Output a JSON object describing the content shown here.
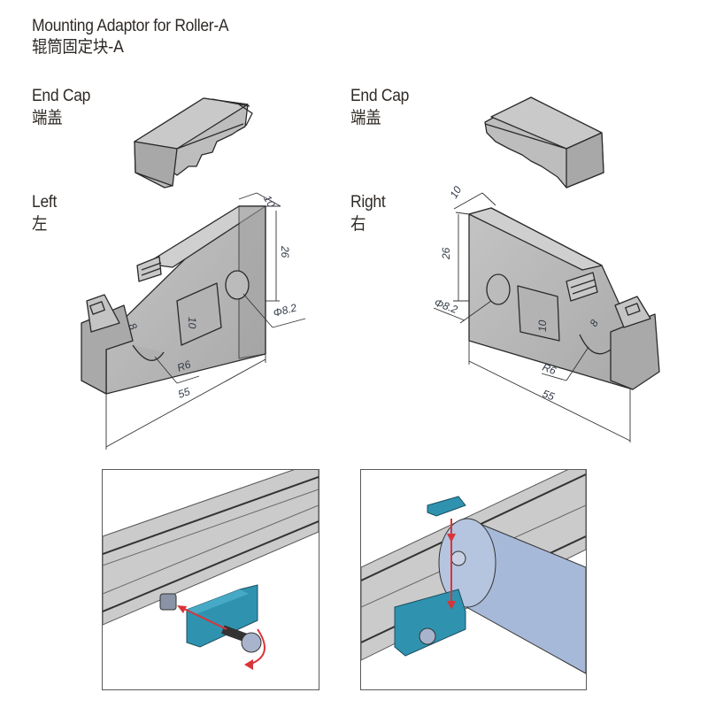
{
  "header": {
    "title_en": "Mounting Adaptor for Roller-A",
    "title_cn": "辊筒固定块-A"
  },
  "left_column": {
    "endcap_label_en": "End Cap",
    "endcap_label_cn": "端盖",
    "side_label_en": "Left",
    "side_label_cn": "左"
  },
  "right_column": {
    "endcap_label_en": "End Cap",
    "endcap_label_cn": "端盖",
    "side_label_en": "Right",
    "side_label_cn": "右"
  },
  "dimensions": {
    "thickness": "10",
    "height": "26",
    "hole": "Φ8.2",
    "slot_width": "10",
    "slot_small": "8",
    "radius": "R6",
    "length": "55"
  },
  "colors": {
    "part_gray": "#b8b8b8",
    "part_dark": "#9a9a9a",
    "adaptor_teal": "#2f93b0",
    "roller_blue": "#a7b9d8",
    "arrow_red": "#d9343a",
    "rail_gray": "#c9c9c9"
  }
}
